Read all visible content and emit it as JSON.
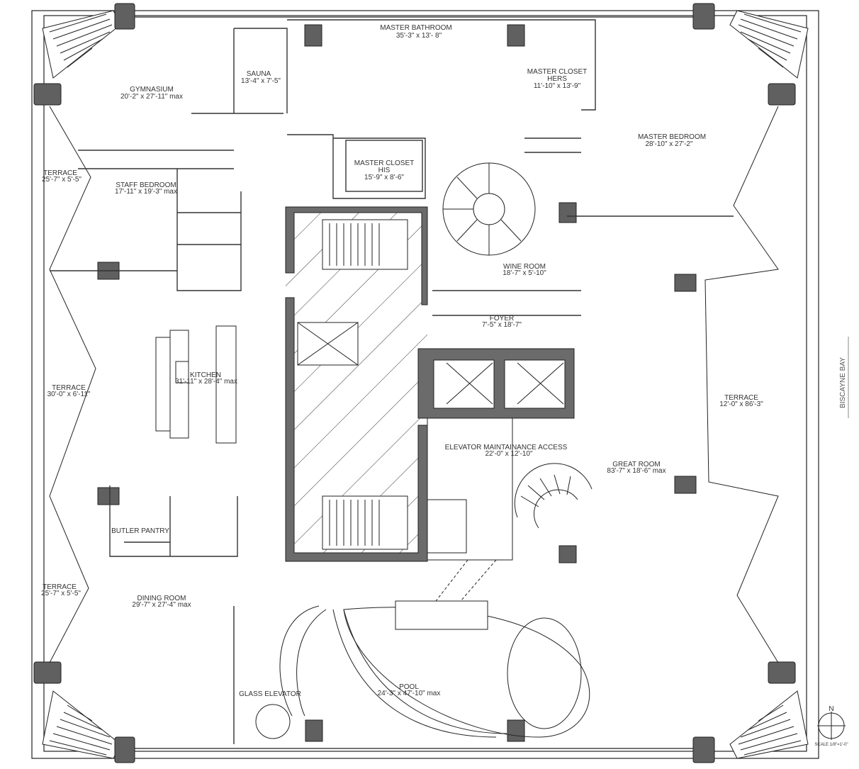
{
  "rooms": [
    {
      "id": "master-bathroom",
      "name": "MASTER BATHROOM",
      "dims": "35'-3\" x 13'- 8\""
    },
    {
      "id": "sauna",
      "name": "SAUNA",
      "dims": "13'-4\" x 7'-5\""
    },
    {
      "id": "gymnasium",
      "name": "GYMNASIUM",
      "dims": "20'-2\" x 27'-11\" max"
    },
    {
      "id": "master-closet-hers",
      "name": "MASTER CLOSET",
      "name2": "HERS",
      "dims": "11'-10\" x 13'-9\""
    },
    {
      "id": "master-bedroom",
      "name": "MASTER BEDROOM",
      "dims": "28'-10\" x 27'-2\""
    },
    {
      "id": "master-closet-his",
      "name": "MASTER CLOSET",
      "name2": "HIS",
      "dims": "15'-9\" x 8'-6\""
    },
    {
      "id": "terrace-nw",
      "name": "TERRACE",
      "dims": "25'-7\" x 5'-5\""
    },
    {
      "id": "staff-bedroom",
      "name": "STAFF BEDROOM",
      "dims": "17'-11\" x 19'-3\" max"
    },
    {
      "id": "wine-room",
      "name": "WINE ROOM",
      "dims": "18'-7\" x 5'-10\""
    },
    {
      "id": "foyer",
      "name": "FOYER",
      "dims": "7'-5\" x 18'-7\""
    },
    {
      "id": "kitchen",
      "name": "KITCHEN",
      "dims": "31'-11\" x 28'-4\" max"
    },
    {
      "id": "terrace-w",
      "name": "TERRACE",
      "dims": "30'-0\" x 6'-11\""
    },
    {
      "id": "terrace-e",
      "name": "TERRACE",
      "dims": "12'-0\" x 86'-3\""
    },
    {
      "id": "elevator-maintenance",
      "name": "ELEVATOR MAINTAINANCE ACCESS",
      "dims": "22'-0\" x 12'-10\""
    },
    {
      "id": "great-room",
      "name": "GREAT ROOM",
      "dims": "83'-7\" x 18'-6\" max"
    },
    {
      "id": "butler-pantry",
      "name": "BUTLER PANTRY",
      "dims": ""
    },
    {
      "id": "terrace-sw",
      "name": "TERRACE",
      "dims": "25'-7\" x 5'-5\""
    },
    {
      "id": "dining-room",
      "name": "DINING ROOM",
      "dims": "29'-7\" x 27'-4\" max"
    },
    {
      "id": "glass-elevator",
      "name": "GLASS ELEVATOR",
      "dims": ""
    },
    {
      "id": "pool",
      "name": "POOL",
      "dims": "24'-3\" x 47'-10\" max"
    }
  ],
  "annotations": {
    "biscayne_bay": "BISCAYNE BAY",
    "north": "N",
    "scale": "SCALE 1/8\"=1'-0\""
  },
  "colors": {
    "wall": "#555555",
    "core_fill": "#6b6b6b",
    "line": "#222222",
    "paper": "#ffffff"
  }
}
